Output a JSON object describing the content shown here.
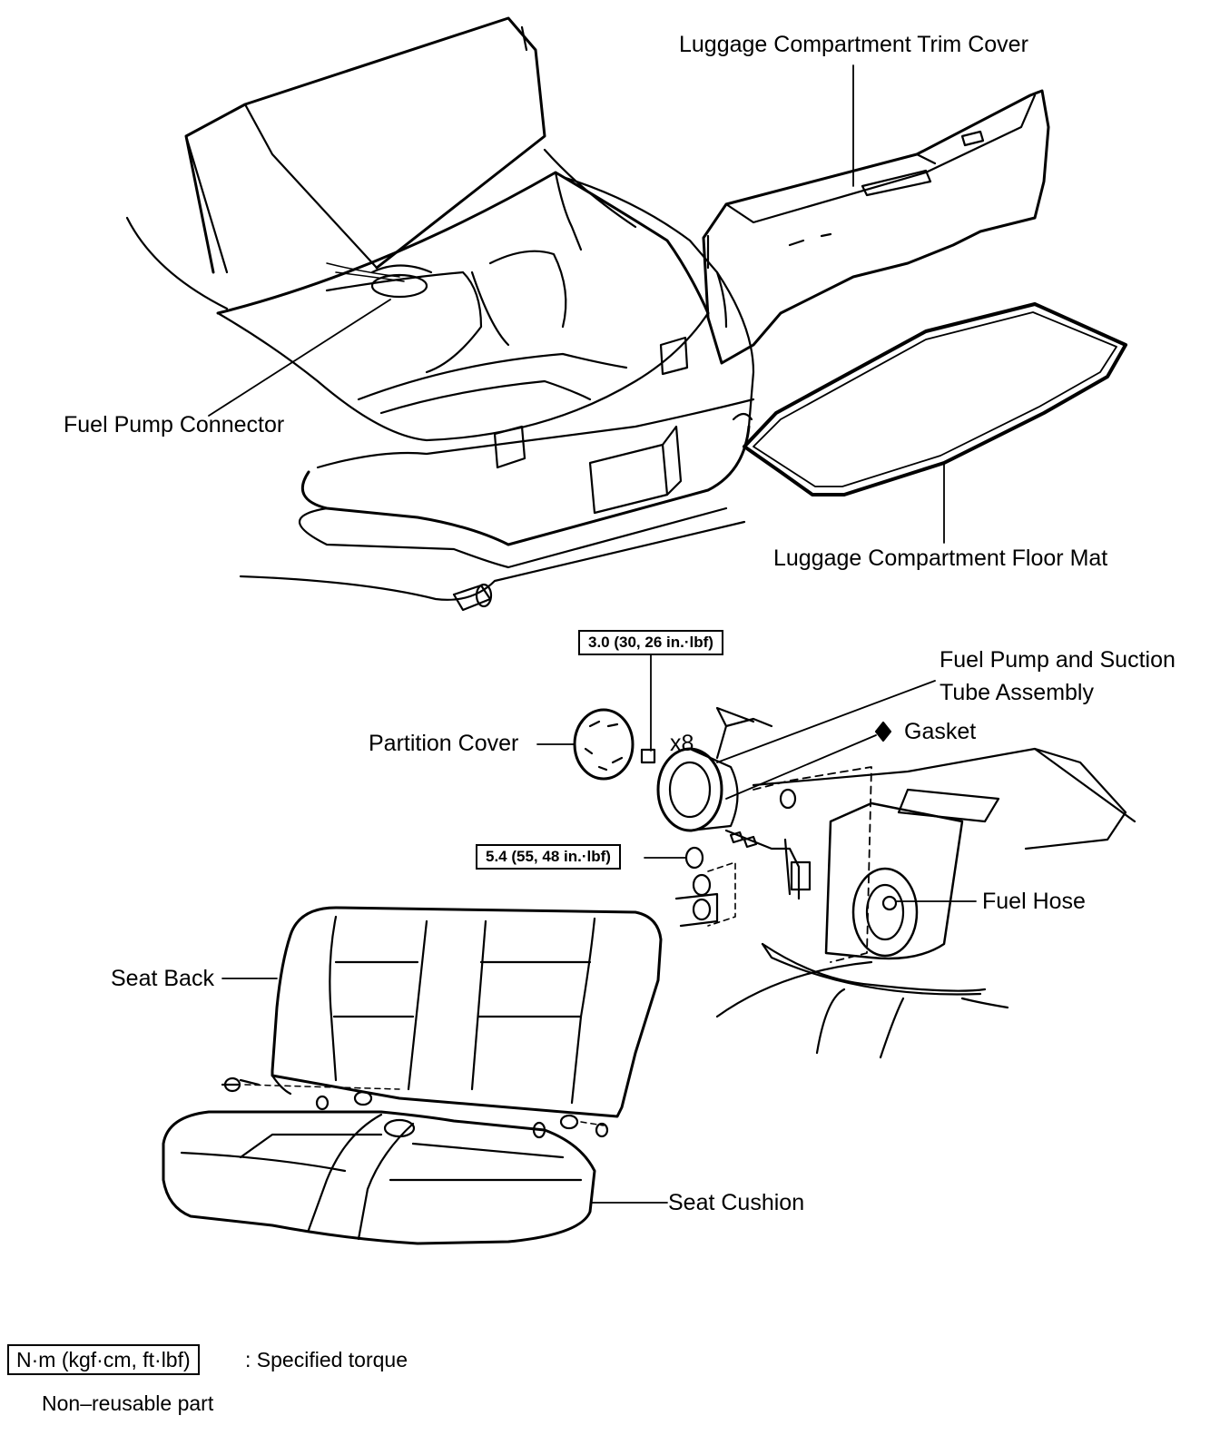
{
  "labels": {
    "luggage_trim_cover": "Luggage Compartment Trim Cover",
    "fuel_pump_connector": "Fuel Pump Connector",
    "luggage_floor_mat": "Luggage Compartment Floor Mat",
    "fuel_pump_assembly_line1": "Fuel Pump and Suction",
    "fuel_pump_assembly_line2": "Tube Assembly",
    "gasket": "Gasket",
    "partition_cover": "Partition Cover",
    "x8": "x8",
    "fuel_hose": "Fuel Hose",
    "seat_back": "Seat Back",
    "seat_cushion": "Seat Cushion"
  },
  "torques": {
    "partition_screws": "3.0 (30, 26 in.·lbf)",
    "pump_nuts": "5.4 (55, 48 in.·lbf)"
  },
  "legend": {
    "torque_unit": "N·m (kgf·cm, ft·lbf)",
    "torque_desc": ": Specified torque",
    "non_reusable": "Non–reusable part"
  },
  "symbols": {
    "non_reusable_mark": "diamond-icon"
  }
}
